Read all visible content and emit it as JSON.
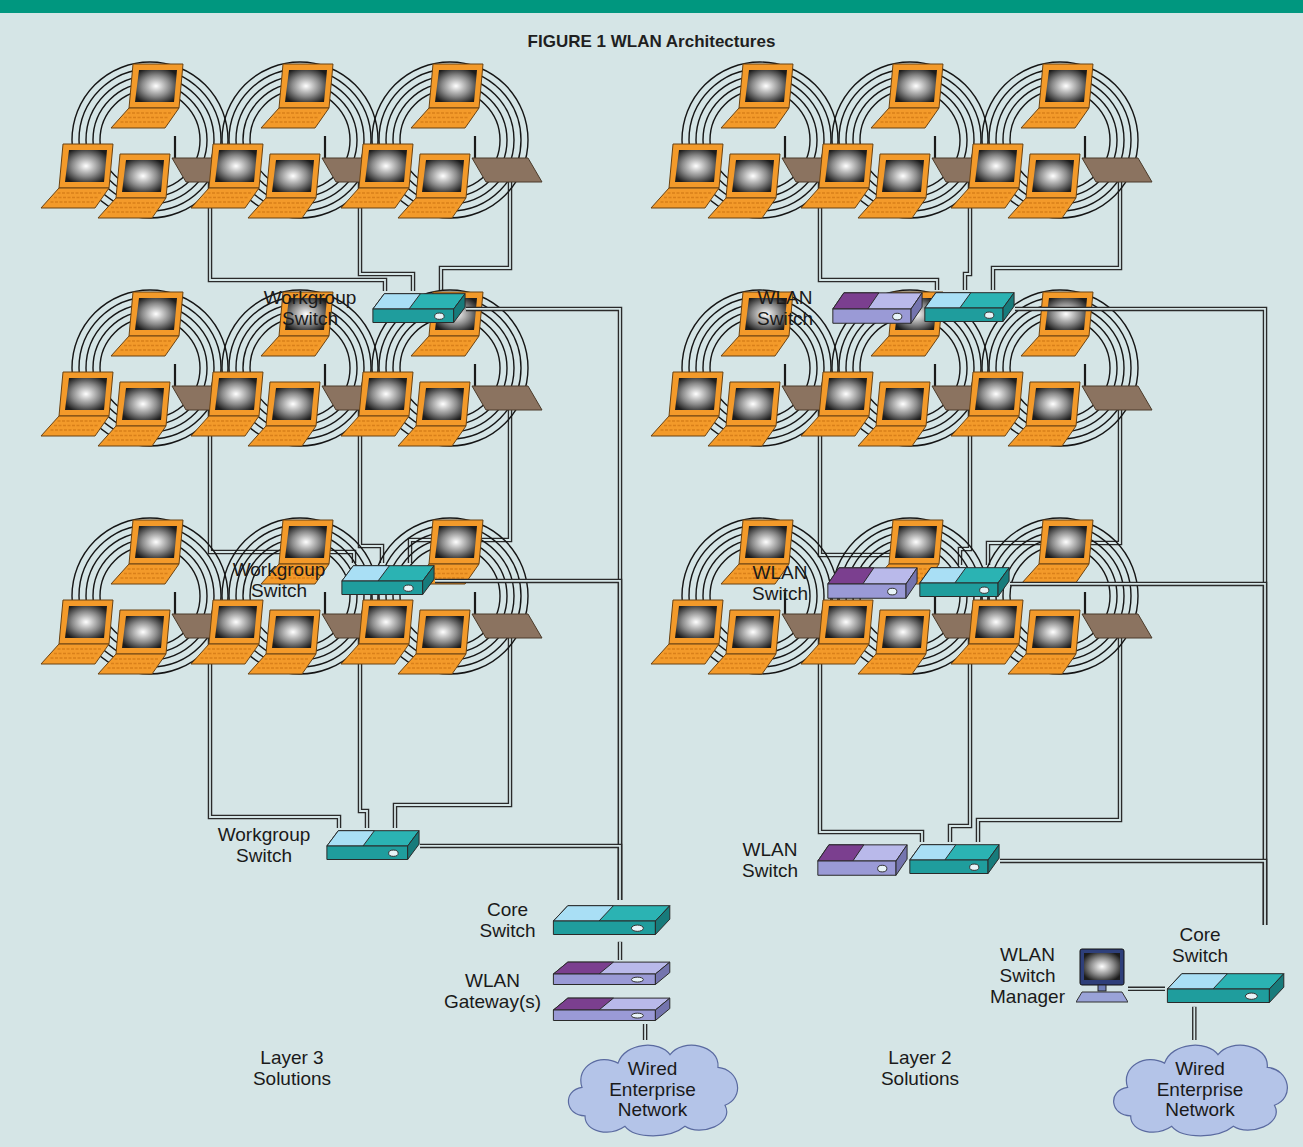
{
  "diagram": {
    "title": "FIGURE 1 WLAN Architectures",
    "nodes": [
      {
        "text": [
          "Workgroup Switch"
        ]
      },
      {
        "text": [
          "WLAN Switch"
        ]
      },
      {
        "text": [
          "Workgroup Switch"
        ]
      },
      {
        "text": [
          "WLAN Switch"
        ]
      },
      {
        "text": [
          "Workgroup Switch"
        ]
      },
      {
        "text": [
          "WLAN Switch"
        ]
      },
      {
        "text": [
          "Core Switch"
        ]
      },
      {
        "text": [
          "WLAN Switch Manager"
        ]
      },
      {
        "text": [
          "Core Switch"
        ]
      },
      {
        "text": [
          "WLAN Gateway(s)"
        ]
      },
      {
        "text": [
          "Wired Enterprise Network"
        ]
      },
      {
        "text": [
          "Wired Enterprise Network"
        ]
      }
    ],
    "edges": [
      {
        "from": 0,
        "to": 6,
        "arrow": "none"
      },
      {
        "from": 2,
        "to": 6,
        "arrow": "none"
      },
      {
        "from": 4,
        "to": 6,
        "arrow": "none"
      },
      {
        "from": 6,
        "to": 9,
        "arrow": "none"
      },
      {
        "from": 9,
        "to": 10,
        "arrow": "none"
      },
      {
        "from": 1,
        "to": 8,
        "arrow": "none"
      },
      {
        "from": 3,
        "to": 8,
        "arrow": "none"
      },
      {
        "from": 5,
        "to": 8,
        "arrow": "none"
      },
      {
        "from": 7,
        "to": 8,
        "arrow": "none"
      },
      {
        "from": 8,
        "to": 11,
        "arrow": "none"
      }
    ],
    "labels": [
      "Layer 3 Solutions",
      "Layer 2 Solutions"
    ]
  }
}
